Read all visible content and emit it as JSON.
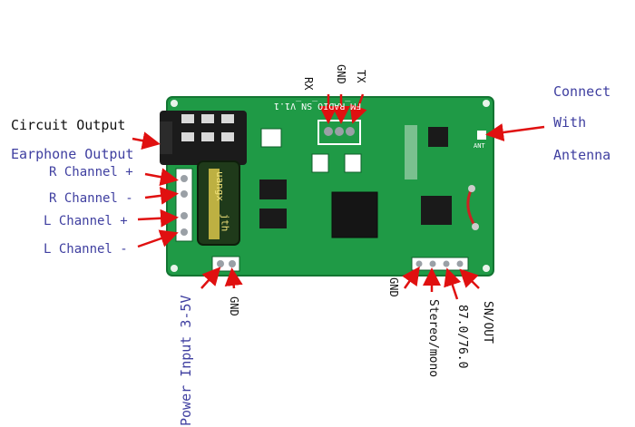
{
  "labels": {
    "circuit_output": "Circuit Output",
    "earphone_output": "Earphone Output",
    "r_channel_plus": "R Channel +",
    "r_channel_minus": "R Channel -",
    "l_channel_plus": "L Channel +",
    "l_channel_minus": "L Channel -",
    "connect": "Connect",
    "with": "With",
    "antenna": "Antenna",
    "rx": "RX",
    "gnd_top": "GND",
    "tx": "TX",
    "power_input": "Power Input 3-5V",
    "gnd_power": "GND",
    "gnd_bottom": "GND",
    "stereo_mono": "Stereo/mono",
    "freq_band": "87.0/76.0",
    "sn_out": "SN/OUT"
  },
  "board": {
    "silkscreen": "FM_RADIO_SN_V1.1",
    "capacitor_text": "uangx",
    "capacitor_text2": "jth",
    "antenna_pad": "ANT"
  },
  "colors": {
    "pcb": "#1f9a46",
    "pcb_dark": "#157a36",
    "label_blue": "#3f3fa0",
    "arrow_red": "#e01010",
    "capacitor": "#1f3a1a"
  }
}
